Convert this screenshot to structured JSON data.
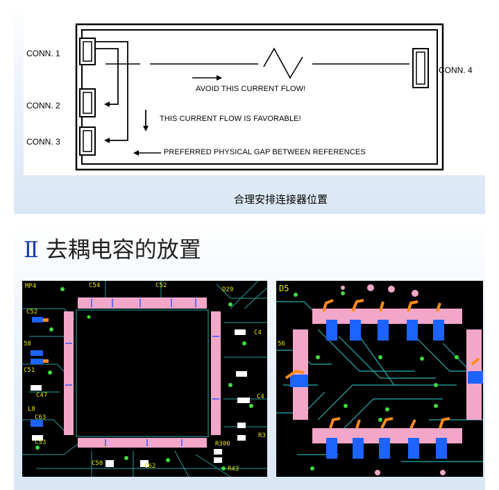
{
  "diagram": {
    "connectors": {
      "conn1": "CONN. 1",
      "conn2": "CONN. 2",
      "conn3": "CONN. 3",
      "conn4": "CONN. 4"
    },
    "notes": {
      "avoid": "AVOID THIS CURRENT FLOW!",
      "favorable": "THIS CURRENT FLOW IS FAVORABLE!",
      "gap": "PREFERRED PHYSICAL GAP BETWEEN REFERENCES"
    },
    "caption": "合理安排连接器位置"
  },
  "section": {
    "number": "Ⅱ",
    "title": "去耦电容的放置"
  },
  "pcb_left": {
    "refs": [
      "MP4",
      "C54",
      "C52",
      "D29",
      "C52",
      "58",
      "C51",
      "C47",
      "L8",
      "C63",
      "C53",
      "C50",
      "C62",
      "R300",
      "R43",
      "C4",
      "C4",
      "R3"
    ]
  },
  "pcb_right": {
    "refs": [
      "D5",
      "56"
    ]
  },
  "colors": {
    "pad": "#f2a7c8",
    "trace": "#2bb0b0",
    "via": "#3fdc3f",
    "component": "#1d63ff",
    "orange": "#ff8c1a",
    "silk": "#e8e800"
  }
}
